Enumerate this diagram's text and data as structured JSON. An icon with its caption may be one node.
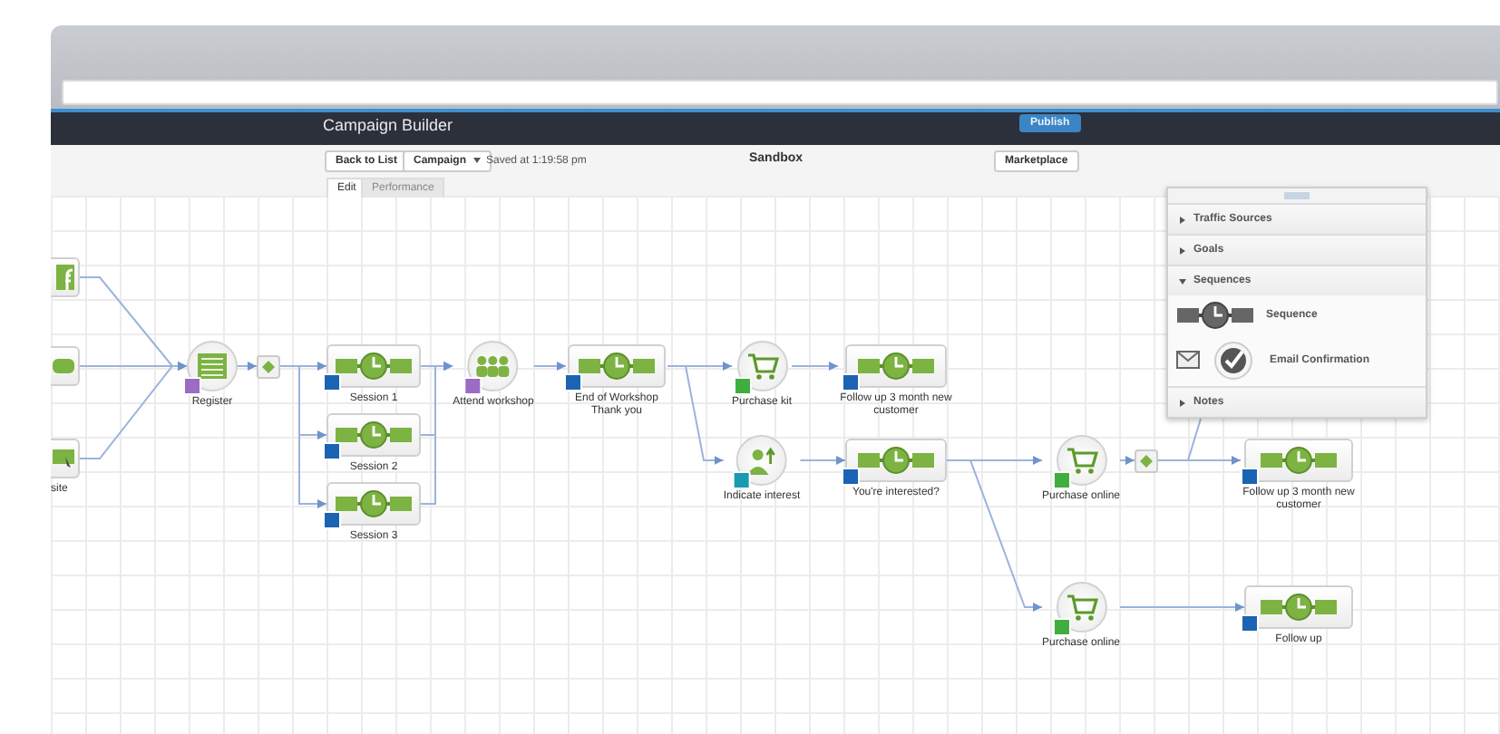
{
  "diagram": {
    "nodes": [
      {
        "text": [],
        "shape": "picture"
      },
      {
        "text": [],
        "shape": "picture"
      },
      {
        "text": [
          "site"
        ]
      },
      {
        "text": [
          "Register"
        ]
      },
      {
        "text": [],
        "shape": "diamond"
      },
      {
        "text": [
          "Session 1"
        ]
      },
      {
        "text": [
          "Session 2"
        ]
      },
      {
        "text": [
          "Session 3"
        ]
      },
      {
        "text": [
          "Attend workshop"
        ]
      },
      {
        "text": [
          "End of Workshop Thank you"
        ]
      },
      {
        "text": [
          "Purchase kit"
        ]
      },
      {
        "text": [
          "Follow up 3 month new customer"
        ]
      },
      {
        "text": [
          "Indicate interest"
        ]
      },
      {
        "text": [
          "You're interested?"
        ]
      },
      {
        "text": [
          "Purchase online"
        ]
      },
      {
        "text": [],
        "shape": "diamond"
      },
      {
        "text": [
          "Follow up 3 month new customer"
        ]
      },
      {
        "text": [
          "Purchase online"
        ]
      },
      {
        "text": [
          "Follow up"
        ]
      },
      {
        "text": [
          "Traffic Sources",
          "Goals",
          "Sequences",
          "Notes"
        ]
      },
      {
        "text": [
          "Sequence"
        ],
        "in": 19
      },
      {
        "text": [
          "Email Confirmation"
        ],
        "in": 19
      }
    ],
    "edges": [
      {
        "from": 0,
        "to": 3,
        "arrow": "to"
      },
      {
        "from": 1,
        "to": 3,
        "arrow": "to"
      },
      {
        "from": 2,
        "to": 3,
        "arrow": "to"
      },
      {
        "from": 3,
        "to": 4,
        "arrow": "to"
      },
      {
        "from": 4,
        "to": 5,
        "arrow": "to"
      },
      {
        "from": 4,
        "to": 6,
        "arrow": "to"
      },
      {
        "from": 4,
        "to": 7,
        "arrow": "to"
      },
      {
        "from": 5,
        "to": 8,
        "arrow": "to"
      },
      {
        "from": 6,
        "to": 8,
        "arrow": "to"
      },
      {
        "from": 7,
        "to": 8,
        "arrow": "to"
      },
      {
        "from": 8,
        "to": 9,
        "arrow": "to"
      },
      {
        "from": 9,
        "to": 10,
        "arrow": "to"
      },
      {
        "from": 9,
        "to": 12,
        "arrow": "to"
      },
      {
        "from": 10,
        "to": 11,
        "arrow": "to"
      },
      {
        "from": 12,
        "to": 13,
        "arrow": "to"
      },
      {
        "from": 13,
        "to": 14,
        "arrow": "to"
      },
      {
        "from": 13,
        "to": 17,
        "arrow": "to"
      },
      {
        "from": 14,
        "to": 15,
        "arrow": "to"
      },
      {
        "from": 15,
        "to": 16,
        "arrow": "to"
      },
      {
        "from": 17,
        "to": 18,
        "arrow": "to"
      },
      {
        "from": 15,
        "to": 19,
        "arrow": "none"
      }
    ],
    "labels": [
      "Campaign Builder",
      "Publish",
      "Back to List",
      "Campaign",
      "Saved at 1:19:58 pm",
      "Sandbox",
      "Marketplace",
      "Edit",
      "Performance"
    ]
  }
}
